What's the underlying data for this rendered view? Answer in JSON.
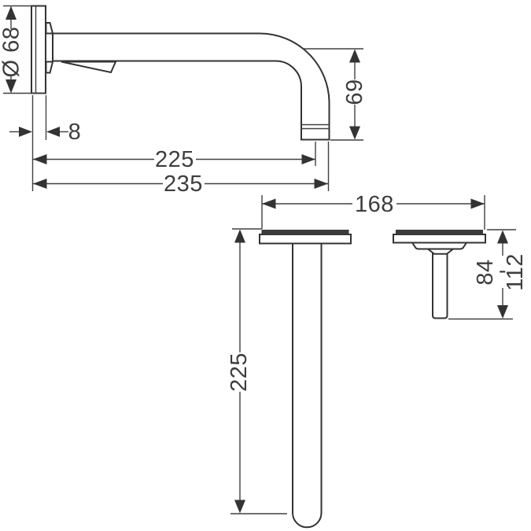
{
  "drawing": {
    "kind": "technical-dimension-drawing",
    "subject": "wall-mounted basin spout with separate handle escutcheon (side view and plan views)",
    "unit": "mm",
    "colors": {
      "line": "#333333",
      "background": "#ffffff",
      "escutcheon_band": "#3a3a3a"
    },
    "side_view": {
      "plate_diameter_label": "Ø 68",
      "plate_depth_label": "8",
      "spout_reach_label": "225",
      "overall_reach_label": "235",
      "spout_drop_label": "69"
    },
    "plan_view": {
      "spread_label": "168",
      "spout_length_label": "225",
      "handle_projection_min_label": "84",
      "range_separator_label": "-",
      "handle_projection_max_label": "112"
    }
  }
}
